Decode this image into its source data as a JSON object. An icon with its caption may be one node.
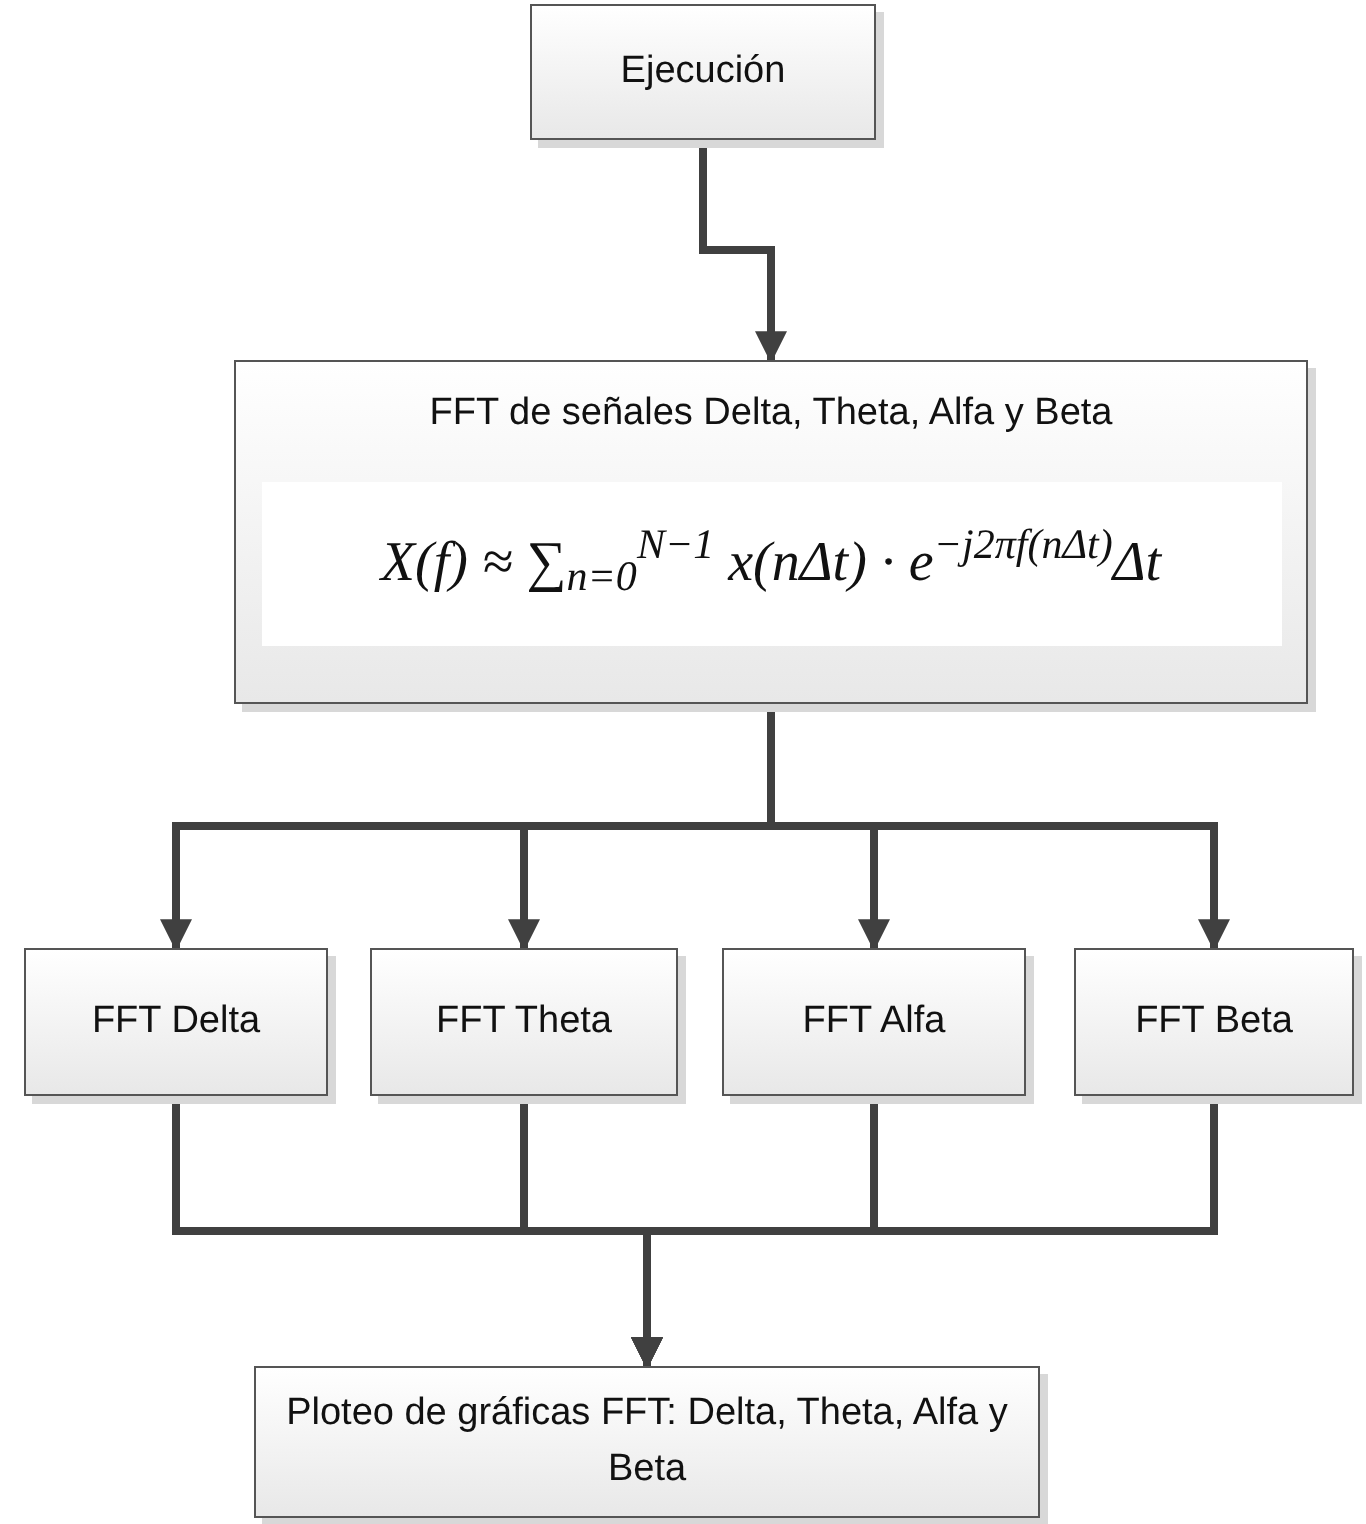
{
  "diagram": {
    "nodes": [
      {
        "text": [
          "Ejecución"
        ]
      },
      {
        "text": [
          "FFT de señales Delta, Theta, Alfa y Beta",
          "X(f) ≈ ∑$_{n=0}$$^{N−1}$ x(nΔt) · e$^{−j2πf(nΔt)}$Δt"
        ]
      },
      {
        "text": [
          "FFT Delta"
        ]
      },
      {
        "text": [
          "FFT Theta"
        ]
      },
      {
        "text": [
          "FFT Alfa"
        ]
      },
      {
        "text": [
          "FFT Beta"
        ]
      },
      {
        "text": [
          "Ploteo de gráficas FFT: Delta, Theta, Alfa y Beta"
        ]
      }
    ],
    "edges": [
      {
        "from": 0,
        "to": 1,
        "arrow": "to"
      },
      {
        "from": 1,
        "to": 2,
        "arrow": "to"
      },
      {
        "from": 1,
        "to": 3,
        "arrow": "to"
      },
      {
        "from": 1,
        "to": 4,
        "arrow": "to"
      },
      {
        "from": 1,
        "to": 5,
        "arrow": "to"
      },
      {
        "from": 2,
        "to": 6,
        "arrow": "to"
      },
      {
        "from": 3,
        "to": 6,
        "arrow": "to"
      },
      {
        "from": 4,
        "to": 6,
        "arrow": "to"
      },
      {
        "from": 5,
        "to": 6,
        "arrow": "to"
      }
    ]
  }
}
